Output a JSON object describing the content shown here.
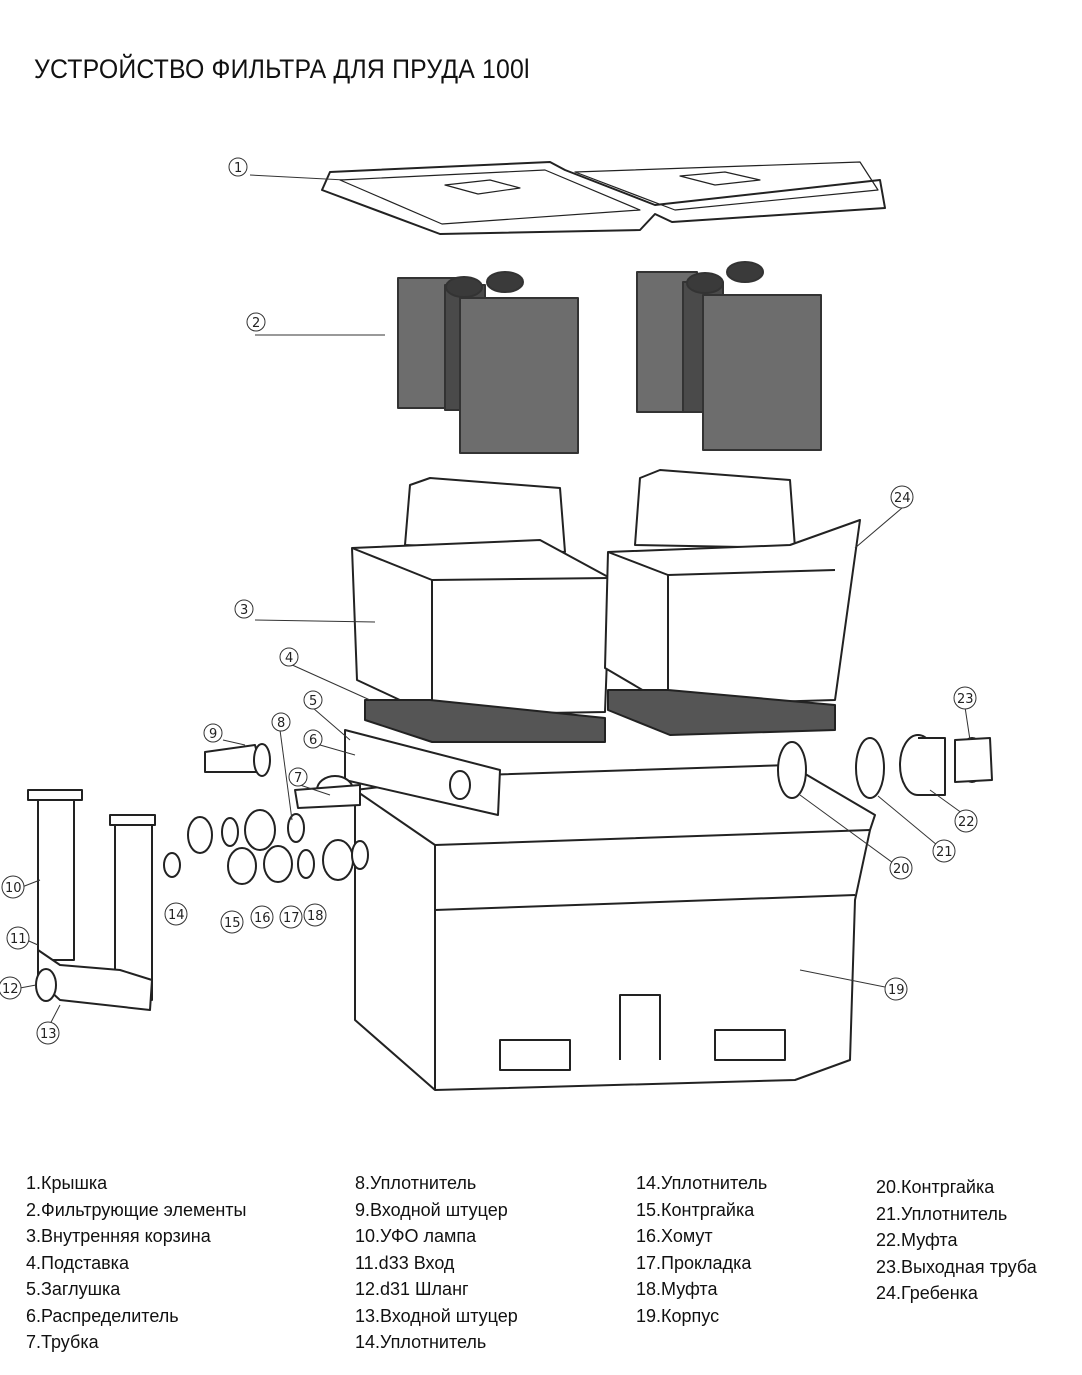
{
  "title": "УСТРОЙСТВО ФИЛЬТРА ДЛЯ ПРУДА 100l",
  "callouts": [
    "1",
    "2",
    "3",
    "4",
    "5",
    "6",
    "7",
    "8",
    "9",
    "10",
    "11",
    "12",
    "13",
    "14",
    "15",
    "16",
    "17",
    "18",
    "19",
    "20",
    "21",
    "22",
    "23",
    "24"
  ],
  "legend": {
    "col1": [
      "1.Крышка",
      "2.Фильтрующие элементы",
      "3.Внутренняя корзина",
      "4.Подставка",
      "5.Заглушка",
      "6.Распределитель",
      "7.Трубка"
    ],
    "col2": [
      "8.Уплотнитель",
      "9.Входной штуцер",
      "10.УФО лампа",
      "11.d33 Вход",
      "12.d31 Шланг",
      "13.Входной штуцер",
      "14.Уплотнитель"
    ],
    "col3": [
      "14.Уплотнитель",
      "15.Контргайка",
      "16.Хомут",
      "17.Прокладка",
      "18.Муфта",
      "19.Корпус"
    ],
    "col4": [
      "20.Контргайка",
      "21.Уплотнитель",
      "22.Муфта",
      "23.Выходная труба",
      "24.Гребенка"
    ]
  },
  "colors": {
    "line": "#222222",
    "sponge": "#6d6d6d",
    "sponge_dark": "#4a4a4a",
    "pad": "#555555"
  }
}
